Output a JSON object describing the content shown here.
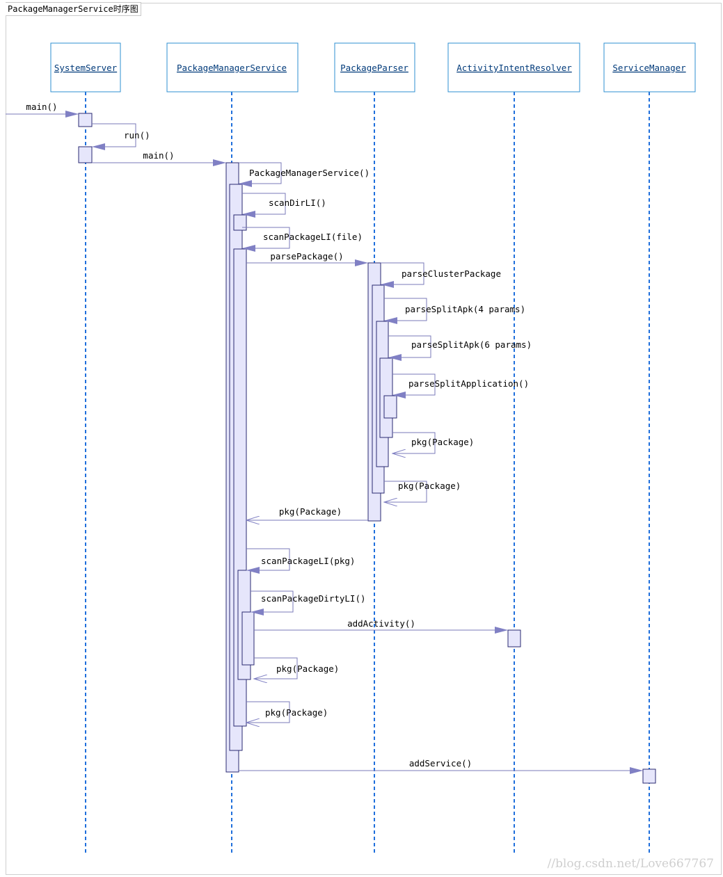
{
  "diagram": {
    "title": "PackageManagerService时序图",
    "watermark": "//blog.csdn.net/Love667767",
    "colors": {
      "lifeline": "#1f6fdc",
      "boxBorder": "#2e8fd1",
      "boxFill": "#ffffff",
      "activationBorder": "#2a2a72",
      "activationFill": "#e6e6fb",
      "message": "#7a7ab8",
      "arrowHead": "#8080c4"
    },
    "lifelines": [
      {
        "id": "ss",
        "name": "SystemServer"
      },
      {
        "id": "pms",
        "name": "PackageManagerService"
      },
      {
        "id": "pp",
        "name": "PackageParser"
      },
      {
        "id": "air",
        "name": "ActivityIntentResolver"
      },
      {
        "id": "sm",
        "name": "ServiceManager"
      }
    ],
    "messages": [
      {
        "id": "m1",
        "label": "main()",
        "from": "external",
        "to": "ss",
        "kind": "call"
      },
      {
        "id": "m2",
        "label": "run()",
        "from": "ss",
        "to": "ss",
        "kind": "self"
      },
      {
        "id": "m3",
        "label": "main()",
        "from": "ss",
        "to": "pms",
        "kind": "call"
      },
      {
        "id": "m4",
        "label": "PackageManagerService()",
        "from": "pms",
        "to": "pms",
        "kind": "self"
      },
      {
        "id": "m5",
        "label": "scanDirLI()",
        "from": "pms",
        "to": "pms",
        "kind": "self"
      },
      {
        "id": "m6",
        "label": "scanPackageLI(file)",
        "from": "pms",
        "to": "pms",
        "kind": "self"
      },
      {
        "id": "m7",
        "label": "parsePackage()",
        "from": "pms",
        "to": "pp",
        "kind": "call"
      },
      {
        "id": "m8",
        "label": "parseClusterPackage",
        "from": "pp",
        "to": "pp",
        "kind": "self"
      },
      {
        "id": "m9",
        "label": "parseSplitApk(4 params)",
        "from": "pp",
        "to": "pp",
        "kind": "self"
      },
      {
        "id": "m10",
        "label": "parseSplitApk(6 params)",
        "from": "pp",
        "to": "pp",
        "kind": "self"
      },
      {
        "id": "m11",
        "label": "parseSplitApplication()",
        "from": "pp",
        "to": "pp",
        "kind": "self"
      },
      {
        "id": "m12",
        "label": "pkg(Package)",
        "from": "pp",
        "to": "pp",
        "kind": "selfReturn"
      },
      {
        "id": "m13",
        "label": "pkg(Package)",
        "from": "pp",
        "to": "pp",
        "kind": "selfReturn"
      },
      {
        "id": "m14",
        "label": "pkg(Package)",
        "from": "pp",
        "to": "pms",
        "kind": "return"
      },
      {
        "id": "m15",
        "label": "scanPackageLI(pkg)",
        "from": "pms",
        "to": "pms",
        "kind": "self"
      },
      {
        "id": "m16",
        "label": "scanPackageDirtyLI()",
        "from": "pms",
        "to": "pms",
        "kind": "self"
      },
      {
        "id": "m17",
        "label": "addActivity()",
        "from": "pms",
        "to": "air",
        "kind": "call"
      },
      {
        "id": "m18",
        "label": "pkg(Package)",
        "from": "pms",
        "to": "pms",
        "kind": "selfReturn"
      },
      {
        "id": "m19",
        "label": "pkg(Package)",
        "from": "pms",
        "to": "pms",
        "kind": "selfReturn"
      },
      {
        "id": "m20",
        "label": "addService()",
        "from": "pms",
        "to": "sm",
        "kind": "call"
      }
    ]
  }
}
